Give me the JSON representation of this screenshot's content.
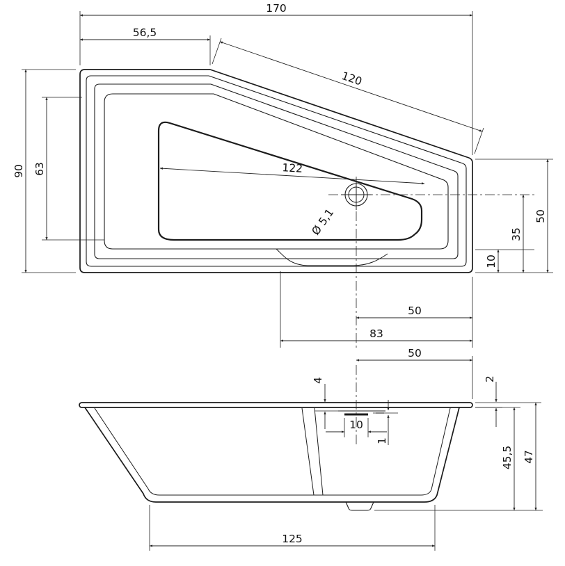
{
  "colors": {
    "background": "#ffffff",
    "line": "#1c1c1c",
    "text": "#111111"
  },
  "plan_view": {
    "dims": {
      "overall_length": "170",
      "top_left_edge": "56,5",
      "diagonal_edge": "120",
      "overall_width": "90",
      "basin_width": "63",
      "basin_length": "122",
      "drain_diameter": "Ø 5,1",
      "right_edge": "50",
      "drain_to_bottom": "35",
      "step_offset": "10",
      "drain_to_right": "50",
      "step_to_right": "83"
    }
  },
  "side_view": {
    "dims": {
      "overflow_to_right": "50",
      "rim_to_slot": "4",
      "rim_lip": "2",
      "slot_width": "10",
      "slot_gap": "1",
      "inner_height": "45,5",
      "overall_height": "47",
      "base_length": "125"
    }
  }
}
